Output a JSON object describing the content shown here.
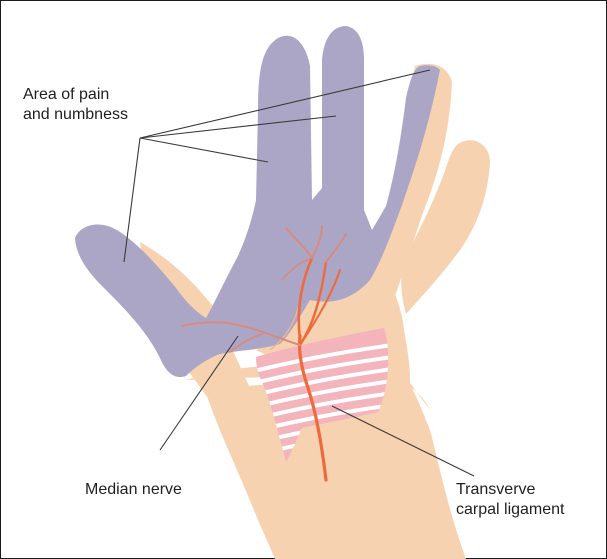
{
  "labels": {
    "pain_area": "Area of pain\nand numbness",
    "median_nerve": "Median nerve",
    "ligament": "Transverve\ncarpal ligament"
  },
  "colors": {
    "skin": "#f7d2b0",
    "skin_shade": "#f0c29c",
    "numb_area": "#aca6c6",
    "nerve": "#ee6a3c",
    "ligament_fill": "#f4b4bc",
    "ligament_stripe": "#ffffff",
    "leader_line": "#3a3a3a",
    "border": "#1a1a1a"
  }
}
